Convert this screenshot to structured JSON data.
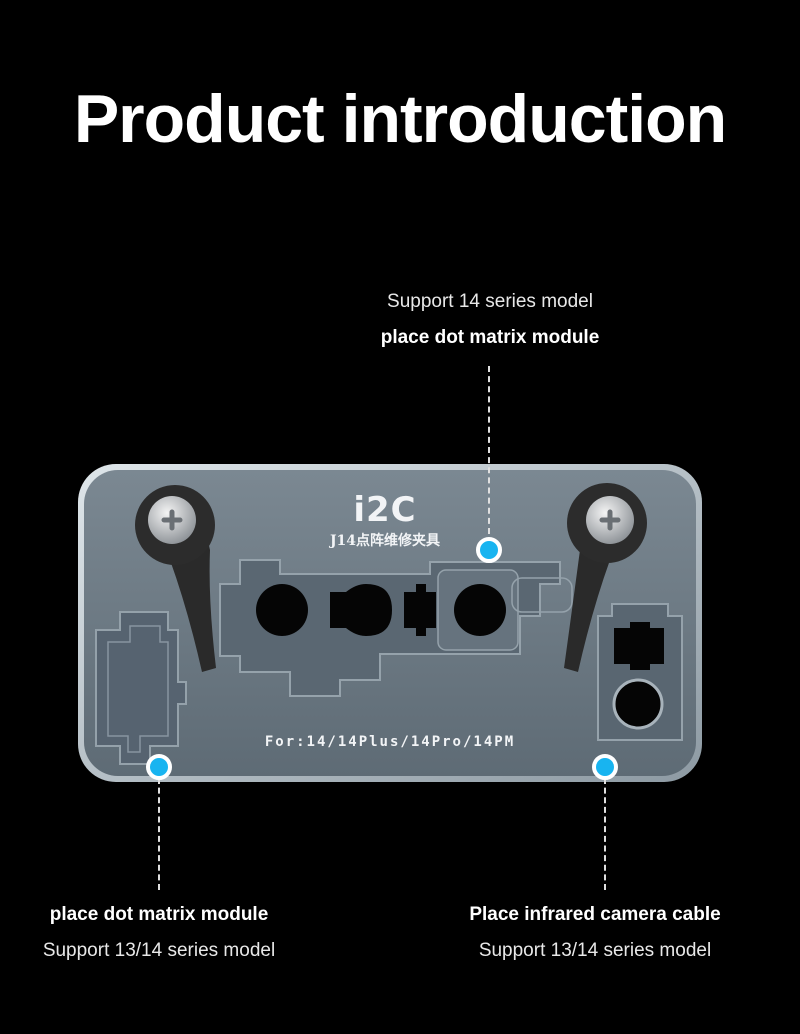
{
  "header": {
    "title": "Product introduction"
  },
  "callouts": {
    "top": {
      "line1": "Support 14 series model",
      "line2": "place dot matrix module"
    },
    "left": {
      "line1": "place dot matrix module",
      "line2": "Support 13/14 series model"
    },
    "right": {
      "line1": "Place infrared camera cable",
      "line2": "Support 13/14 series model"
    }
  },
  "fixture": {
    "brand": "i2C",
    "model": "J14点阵维修夹具",
    "compat": "For:14/14Plus/14Pro/14PM"
  },
  "colors": {
    "background": "#000000",
    "plate": "#6c7a84",
    "marker": "#18b4f0"
  }
}
